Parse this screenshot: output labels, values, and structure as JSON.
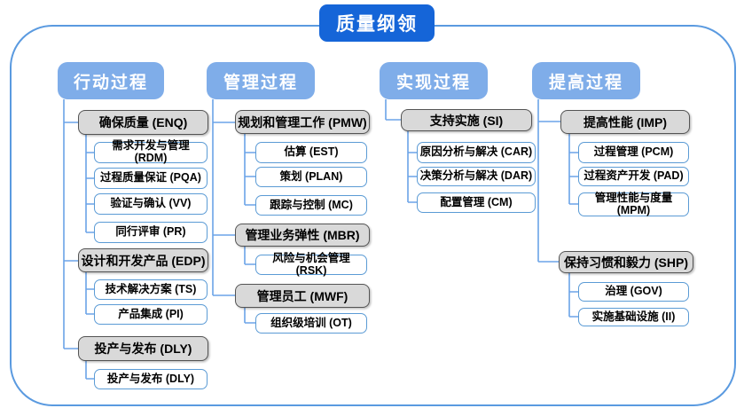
{
  "title": "质量纲领",
  "columns": [
    {
      "header": "行动过程",
      "groups": [
        {
          "label": "确保质量 (ENQ)",
          "children": [
            "需求开发与管理 (RDM)",
            "过程质量保证 (PQA)",
            "验证与确认 (VV)",
            "同行评审 (PR)"
          ]
        },
        {
          "label": "设计和开发产品 (EDP)",
          "children": [
            "技术解决方案 (TS)",
            "产品集成 (PI)"
          ]
        },
        {
          "label": "投产与发布 (DLY)",
          "children": [
            "投产与发布 (DLY)"
          ]
        }
      ]
    },
    {
      "header": "管理过程",
      "groups": [
        {
          "label": "规划和管理工作 (PMW)",
          "children": [
            "估算 (EST)",
            "策划 (PLAN)",
            "跟踪与控制 (MC)"
          ]
        },
        {
          "label": "管理业务弹性 (MBR)",
          "children": [
            "风险与机会管理 (RSK)"
          ]
        },
        {
          "label": "管理员工 (MWF)",
          "children": [
            "组织级培训 (OT)"
          ]
        }
      ]
    },
    {
      "header": "实现过程",
      "groups": [
        {
          "label": "支持实施 (SI)",
          "children": [
            "原因分析与解决 (CAR)",
            "决策分析与解决 (DAR)",
            "配置管理 (CM)"
          ]
        }
      ]
    },
    {
      "header": "提高过程",
      "groups": [
        {
          "label": "提高性能 (IMP)",
          "children": [
            "过程管理 (PCM)",
            "过程资产开发 (PAD)",
            "管理性能与度量\n(MPM)"
          ]
        },
        {
          "label": "保持习惯和毅力 (SHP)",
          "children": [
            "治理 (GOV)",
            "实施基础设施 (II)"
          ]
        }
      ]
    }
  ],
  "colors": {
    "title_bg": "#1565d8",
    "header_bg": "#7fade9",
    "group_bg": "#d9d9d9",
    "group_border": "#545454",
    "leaf_border": "#5b9bd5",
    "connector": "#6ba3e8",
    "frame_border": "#5a9ae0"
  }
}
